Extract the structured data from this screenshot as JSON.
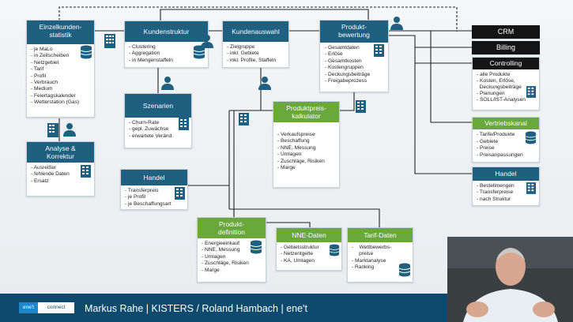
{
  "nodes": {
    "einzelkunden": {
      "title": "Einzelkunden-\nstatistik",
      "items": [
        "- je MaLo",
        "- in Zeitscheiben",
        "- Netzgebiet",
        "- Tarif",
        "- Profil",
        "- Verbrauch",
        "- Medium",
        "- Feiertagskalender",
        "- Wetterstation (Gas)"
      ]
    },
    "analyse": {
      "title": "Analyse &\nKorrektur",
      "items": [
        "- Ausreißer",
        "- fehlende Daten",
        "- Ersatz"
      ]
    },
    "kundenstruktur": {
      "title": "Kundenstruktur",
      "items": [
        "- Clustering",
        "- Aggregation",
        "- in Mengenstaffeln"
      ]
    },
    "szenarien": {
      "title": "Szenarien",
      "items": [
        "- Churn-Rate",
        "- gepl. Zuwächse",
        "- erwartete Veränd."
      ]
    },
    "kundenauswahl": {
      "title": "Kundenauswahl",
      "items": [
        "- Zielgruppe",
        "- inkl. Gebiete",
        "- inkl. Profile, Staffeln"
      ]
    },
    "produktbewertung": {
      "title": "Produkt-\nbewertung",
      "items": [
        "- Gesamtdaten",
        "- Erlöse",
        "- Gesamtkosten",
        "- Kostengruppen",
        "- Deckungsbeiträge",
        "- Freigabeprozess"
      ]
    },
    "preiskalkulator": {
      "title": "Produktpreis-\nkalkulator",
      "items": [
        "- Verkaufspreise",
        "- Beschaffung",
        "- NNE, Messung",
        "- Umlagen",
        "- Zuschläge, Risiken",
        "- Marge"
      ]
    },
    "handel_left": {
      "title": "Handel",
      "items": [
        "- Transferpreis",
        "- je Profil",
        "- je Beschaffungsart"
      ]
    },
    "produktdefinition": {
      "title": "Produkt-\ndefinition",
      "items": [
        "- Energieeinkauf",
        "- NNE, Messung",
        "- Umlagen",
        "- Zuschläge, Risiken",
        "- Marge"
      ]
    },
    "nne": {
      "title": "NNE-Daten",
      "items": [
        "- Gebietsstruktur",
        "- Netzentgelte",
        "- KA, Umlagen"
      ]
    },
    "tarif": {
      "title": "Tarif-Daten",
      "items": [
        "-    Wettbewerbs-\n     preise",
        "- Marktanalyse",
        "- Ranking"
      ]
    },
    "crm": {
      "title": "CRM"
    },
    "billing": {
      "title": "Billing"
    },
    "controlling": {
      "title": "Controlling",
      "items": [
        "- alle Produkte",
        "- Kosten, Erlöse,",
        "  Deckungsbeiträge",
        "- Planungen",
        "- SOLL/IST-Analysen"
      ]
    },
    "vertriebskanal": {
      "title": "Vertriebskanal",
      "items": [
        "- Tarife/Produkte",
        "- Gebiete",
        "- Preise",
        "- Preisanpassungen"
      ]
    },
    "handel_right": {
      "title": "Handel",
      "items": [
        "- Bestellmengen",
        "- Transferpreise",
        "- nach Struktur"
      ]
    }
  },
  "footer": {
    "presenter": "Markus Rahe | KISTERS / Roland Hambach | ene't",
    "logo_left": "ene't",
    "logo_right": "connect"
  },
  "colors": {
    "blue": "#1f5f80",
    "green": "#6aa73c",
    "black": "#141414",
    "footer": "#0e4a6e"
  }
}
